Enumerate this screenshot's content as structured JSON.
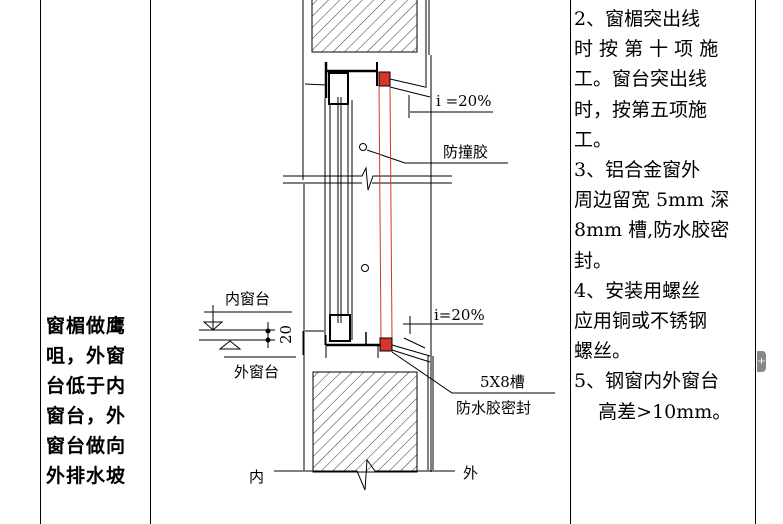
{
  "left_cell": {
    "lines": [
      "窗楣做鹰",
      "咀，外窗",
      "台低于内",
      "窗台，外",
      "窗台做向",
      "外排水坡"
    ]
  },
  "drawing": {
    "slope_top": "i  =20%",
    "anti_collision": "防撞胶",
    "slope_bottom": "i=20%",
    "inner_sill": "内窗台",
    "outer_sill": "外窗台",
    "dimension": "20",
    "groove": "5X8槽",
    "seal": "防水胶密封",
    "inside": "内",
    "outside": "外",
    "accent_color": "#d8342c"
  },
  "notes": [
    " 2、窗楣突出线",
    "时 按 第 十 项 施",
    "工。窗台突出线",
    "时，按第五项施",
    "工。",
    " 3、铝合金窗外",
    "周边留宽 5mm 深",
    "8mm 槽,防水胶密",
    "封。",
    " 4、安装用螺丝",
    "应用铜或不锈钢",
    "螺丝。",
    "5、钢窗内外窗台",
    "    高差>10mm。"
  ],
  "scroll_tab": "+"
}
